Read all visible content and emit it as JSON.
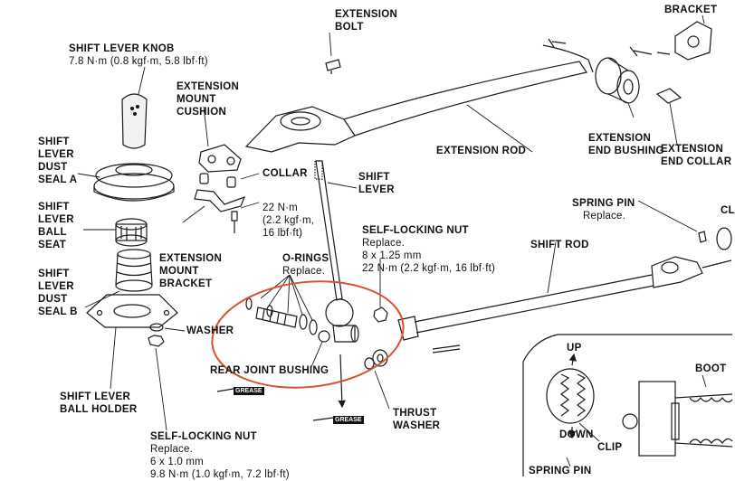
{
  "labels": {
    "shift_lever_knob": "SHIFT LEVER KNOB",
    "knob_torque": "7.8 N·m (0.8 kgf·m, 5.8 lbf·ft)",
    "extension_bolt": "EXTENSION\nBOLT",
    "bracket": "BRACKET",
    "extension_mount_cushion": "EXTENSION\nMOUNT\nCUSHION",
    "dust_seal_a": "SHIFT\nLEVER\nDUST\nSEAL A",
    "collar": "COLLAR",
    "extension_rod": "EXTENSION ROD",
    "extension_end_bushing": "EXTENSION\nEND BUSHING",
    "extension_end_collar": "EXTENSION\nEND COLLAR",
    "shift_lever": "SHIFT\nLEVER",
    "ball_seat": "SHIFT\nLEVER\nBALL\nSEAT",
    "mount_torque": "22 N·m\n(2.2 kgf·m,\n16 lbf·ft)",
    "spring_pin_top": "SPRING PIN",
    "spring_pin_top_note": "Replace.",
    "cl_cut": "CL",
    "self_locking_nut_right": "SELF-LOCKING NUT",
    "nut_right_note": "Replace.\n8 x 1.25 mm\n22 N·m (2.2 kgf·m, 16 lbf·ft)",
    "shift_rod": "SHIFT ROD",
    "extension_mount_bracket": "EXTENSION\nMOUNT\nBRACKET",
    "o_rings": "O-RINGS",
    "o_rings_note": "Replace.",
    "dust_seal_b": "SHIFT\nLEVER\nDUST\nSEAL B",
    "washer": "WASHER",
    "rear_joint_bushing": "REAR JOINT BUSHING",
    "grease_1": "GREASE",
    "grease_2": "GREASE",
    "thrust_washer": "THRUST\nWASHER",
    "shift_lever_ball_holder": "SHIFT LEVER\nBALL HOLDER",
    "self_locking_nut_bottom": "SELF-LOCKING NUT",
    "nut_bottom_note": "Replace.\n6 x 1.0 mm\n9.8 N·m (1.0 kgf·m, 7.2 lbf·ft)",
    "up": "UP",
    "down": "DOWN",
    "clip": "CLIP",
    "boot": "BOOT",
    "spring_pin_bottom": "SPRING PIN"
  },
  "colors": {
    "line": "#1a1a1a",
    "highlight": "#d9502e",
    "background": "#ffffff"
  }
}
